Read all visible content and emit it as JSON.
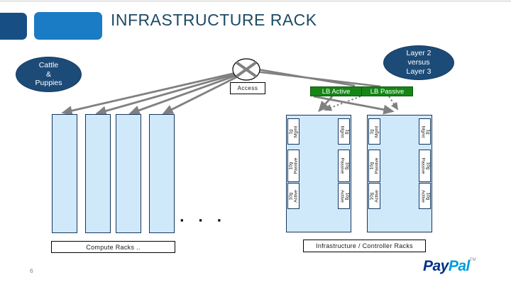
{
  "slide": {
    "title": "INFRASTRUCTURE RACK",
    "page_number": "6"
  },
  "colors": {
    "header_accent_dark": "#174f85",
    "header_accent_light": "#1a7cc4",
    "title_text": "#1c4a66",
    "bubble_fill": "#1d4b77",
    "lb_green": "#168516",
    "rack_fill": "#cfe9fb",
    "rack_border": "#17365d",
    "connector_gray": "#808080",
    "logo_dark_blue": "#003087",
    "logo_light_blue": "#009cde"
  },
  "bubbles": {
    "cattle": "Cattle\n&\nPuppies",
    "layer": "Layer 2\nversus\nLayer 3"
  },
  "access": {
    "label": "Access",
    "switch_icon": "x-circle-switch-icon"
  },
  "lb": {
    "active": "LB Active",
    "passive": "LB Passive"
  },
  "compute": {
    "label": "Compute Racks ..",
    "dots": "▪ ▪ ▪"
  },
  "infra": {
    "label": "Infrastructure / Controller Racks",
    "modules": [
      {
        "label": "1g\nMgmt"
      },
      {
        "label": "10g\nPassive"
      },
      {
        "label": "10g\nActive"
      }
    ]
  },
  "logo": {
    "pay": "Pay",
    "pal": "Pal",
    "tm": "TM"
  }
}
